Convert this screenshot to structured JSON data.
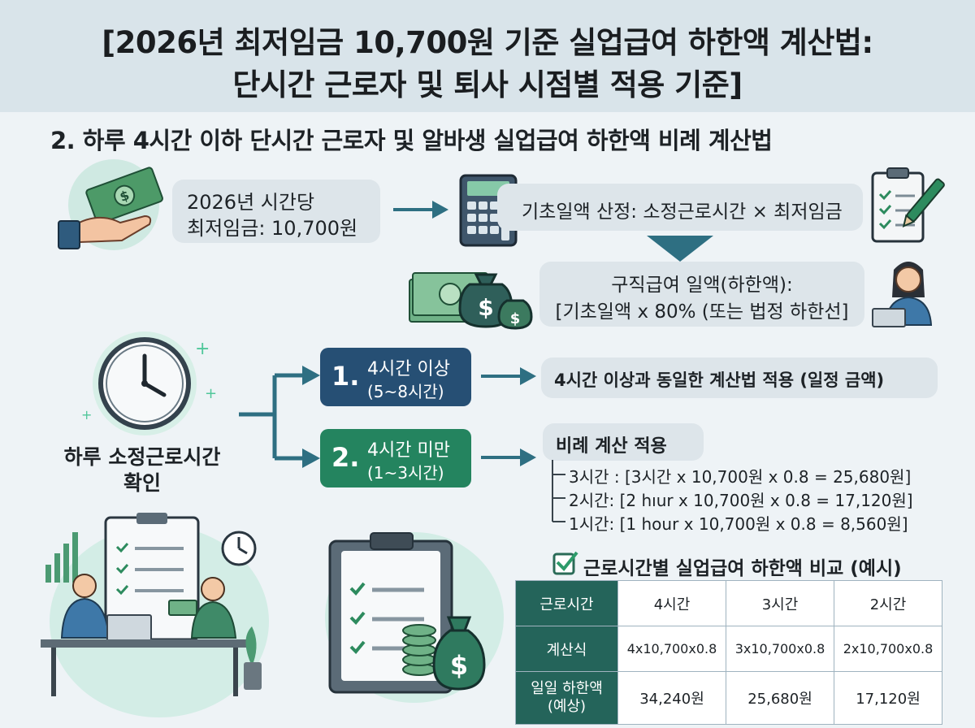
{
  "title": {
    "line1": "[2026년 최저임금 10,700원 기준 실업급여 하한액 계산법:",
    "line2": "단시간 근로자 및 퇴사 시점별 적용 기준]"
  },
  "section_heading": "2. 하루 4시간 이하 단시간 근로자 및 알바생 실업급여 하한액 비례 계산법",
  "min_wage_box": {
    "line1": "2026년 시간당",
    "line2": "최저임금: 10,700원"
  },
  "basic_daily_box": "기초일액 산정: 소정근로시간 × 최저임금",
  "benefit_box": {
    "line1": "구직급여 일액(하한액):",
    "line2": "[기초일액 x 80% (또는 법정 하한선]"
  },
  "check_hours_label": {
    "line1": "하루 소정근로시간",
    "line2": "확인"
  },
  "branch1": {
    "number": "1.",
    "line1": "4시간 이상",
    "line2": "(5~8시간)",
    "result": "4시간 이상과 동일한 계산법 적용 (일정 금액)"
  },
  "branch2": {
    "number": "2.",
    "line1": "4시간 미만",
    "line2": "(1~3시간)",
    "result": "비례 계산 적용"
  },
  "proportional_lines": [
    "3시간 : [3시간 x 10,700원 x 0.8 = 25,680원]",
    "2시간: [2 hıur x 10,700원 x 0.8 = 17,120원]",
    "1시간: [1 hour x 10,700원 x 0.8 = 8,560원]"
  ],
  "comparison": {
    "title": "근로시간별 실업급여 하한액 비교 (예시)",
    "header": [
      "근로시간",
      "4시간",
      "3시간",
      "2시간"
    ],
    "row_formula": [
      "계산식",
      "4x10,700x0.8",
      "3x10,700x0.8",
      "2x10,700x0.8"
    ],
    "row_amount_label": {
      "line1": "일일 하한액",
      "line2": "(예상)"
    },
    "row_amount": [
      "34,240원",
      "25,680원",
      "17,120원"
    ]
  },
  "colors": {
    "navy": "#264f74",
    "green": "#24845f",
    "table_head": "#24645a",
    "arrow": "#2e6f82",
    "pill": "#dde5ea",
    "title_bar": "#d9e4ea"
  },
  "icons": [
    "money-hand-icon",
    "calculator-icon",
    "clipboard-pen-icon",
    "cash-bags-icon",
    "office-worker-icon",
    "wall-clock-icon",
    "consultation-scene-icon",
    "checklist-money-icon",
    "checkbox-icon"
  ]
}
